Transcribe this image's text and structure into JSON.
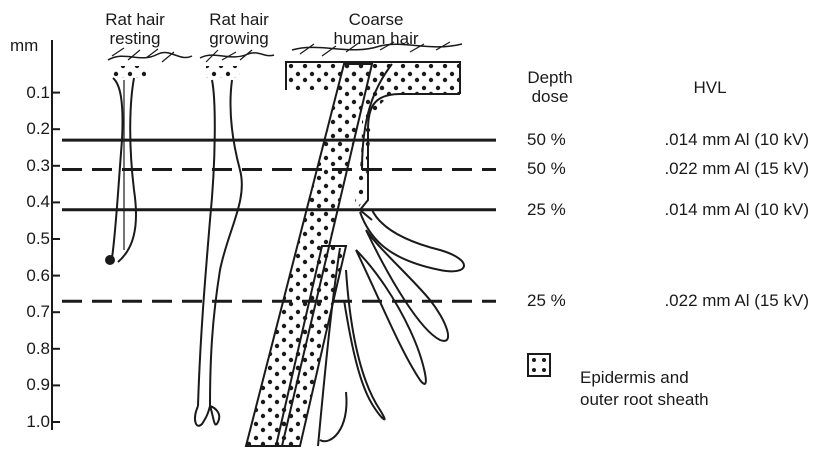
{
  "depth_axis": {
    "unit_label": "mm",
    "ticks": [
      "0.1",
      "0.2",
      "0.3",
      "0.4",
      "0.5",
      "0.6",
      "0.7",
      "0.8",
      "0.9",
      "1.0"
    ]
  },
  "column_headers": {
    "rat_hair_resting": [
      "Rat hair",
      "resting"
    ],
    "rat_hair_growing": [
      "Rat hair",
      "growing"
    ],
    "coarse_human_hair": [
      "Coarse",
      "human hair"
    ]
  },
  "table_headers": {
    "depth_dose": [
      "Depth",
      "dose"
    ],
    "hvl": "HVL"
  },
  "dose_lines": [
    {
      "depth_mm": 0.23,
      "style": "solid",
      "dose": "50 %",
      "hvl": ".014 mm Al (10 kV)"
    },
    {
      "depth_mm": 0.31,
      "style": "dashed",
      "dose": "50 %",
      "hvl": ".022 mm Al (15 kV)"
    },
    {
      "depth_mm": 0.42,
      "style": "solid",
      "dose": "25 %",
      "hvl": ".014 mm Al (10 kV)"
    },
    {
      "depth_mm": 0.67,
      "style": "dashed",
      "dose": "25 %",
      "hvl": ".022 mm Al (15 kV)"
    }
  ],
  "legend": {
    "icon": "dotted-square-icon",
    "text": [
      "Epidermis and",
      "outer root sheath"
    ]
  },
  "colors": {
    "ink": "#1a1a1a",
    "background": "#ffffff"
  }
}
